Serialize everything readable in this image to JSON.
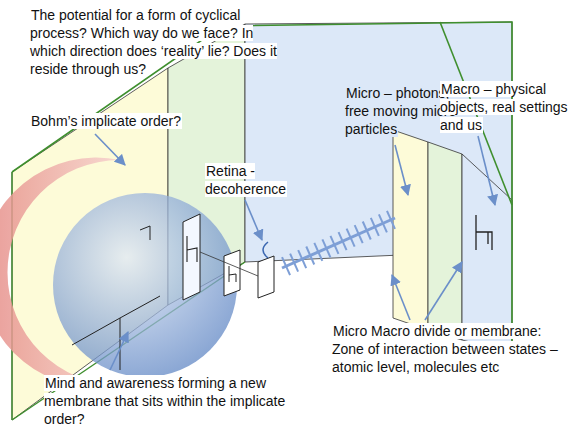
{
  "diagram": {
    "labels": [
      "The potential for a form of cyclical process? Which way do we face? In which direction does ‘reality’ lie? Does it reside through us?",
      "Bohm’s implicate order?",
      "Micro – photons, free moving micro particles",
      "Macro – physical objects, real settings and us",
      "Retina - decoherence",
      "Micro Macro divide or membrane: Zone of interaction between states – atomic level, molecules etc",
      "Mind and awareness forming a new membrane that sits within the implicate order?"
    ]
  }
}
